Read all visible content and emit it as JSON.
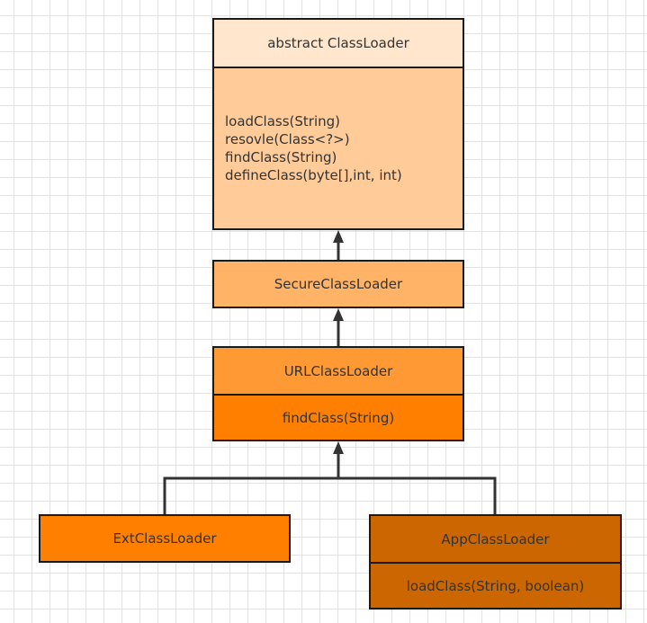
{
  "classes": {
    "classloader": {
      "title": "abstract ClassLoader",
      "methods": [
        "loadClass(String)",
        "resovle(Class<?>)",
        "findClass(String)",
        "defineClass(byte[],int, int)"
      ],
      "header_color": "#ffe6cc",
      "body_color": "#ffcc99"
    },
    "secure": {
      "title": "SecureClassLoader",
      "color": "#ffb366"
    },
    "url": {
      "title": "URLClassLoader",
      "method": "findClass(String)",
      "header_color": "#ff9933",
      "body_color": "#ff8000"
    },
    "ext": {
      "title": "ExtClassLoader",
      "color": "#ff8000"
    },
    "app": {
      "title": "AppClassLoader",
      "method": "loadClass(String, boolean)",
      "color": "#cc6600"
    }
  },
  "edge_color": "#333333"
}
